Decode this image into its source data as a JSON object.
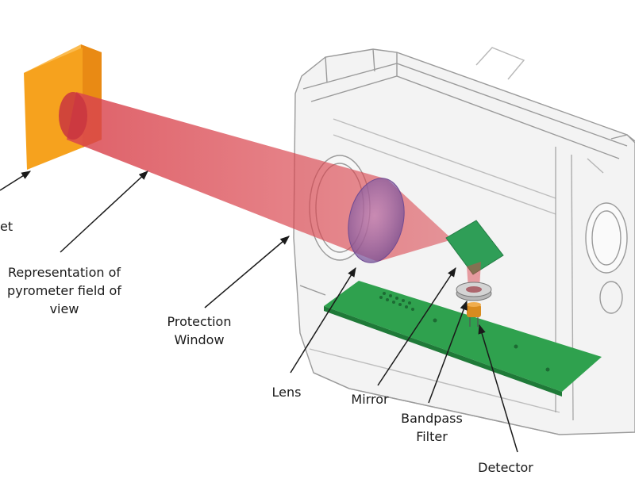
{
  "colors": {
    "target_front": "#f6a21e",
    "target_side": "#e98a14",
    "target_top": "#fbbb4f",
    "beam": "#d9444d",
    "housing_stroke": "#9a9a9a",
    "housing_fill": "#dcdcdc",
    "lens": "#8a5fa8",
    "mirror": "#2f9e57",
    "board": "#2fa14e",
    "filter": "#b7b7b7",
    "detector": "#d98b1f",
    "label_text": "#1a1a1a"
  },
  "labels": {
    "target": "et",
    "fov": "Representation of\npyrometer field of\nview",
    "protection_window": "Protection\nWindow",
    "lens": "Lens",
    "mirror": "Mirror",
    "bandpass_filter": "Bandpass\nFilter",
    "detector": "Detector"
  }
}
